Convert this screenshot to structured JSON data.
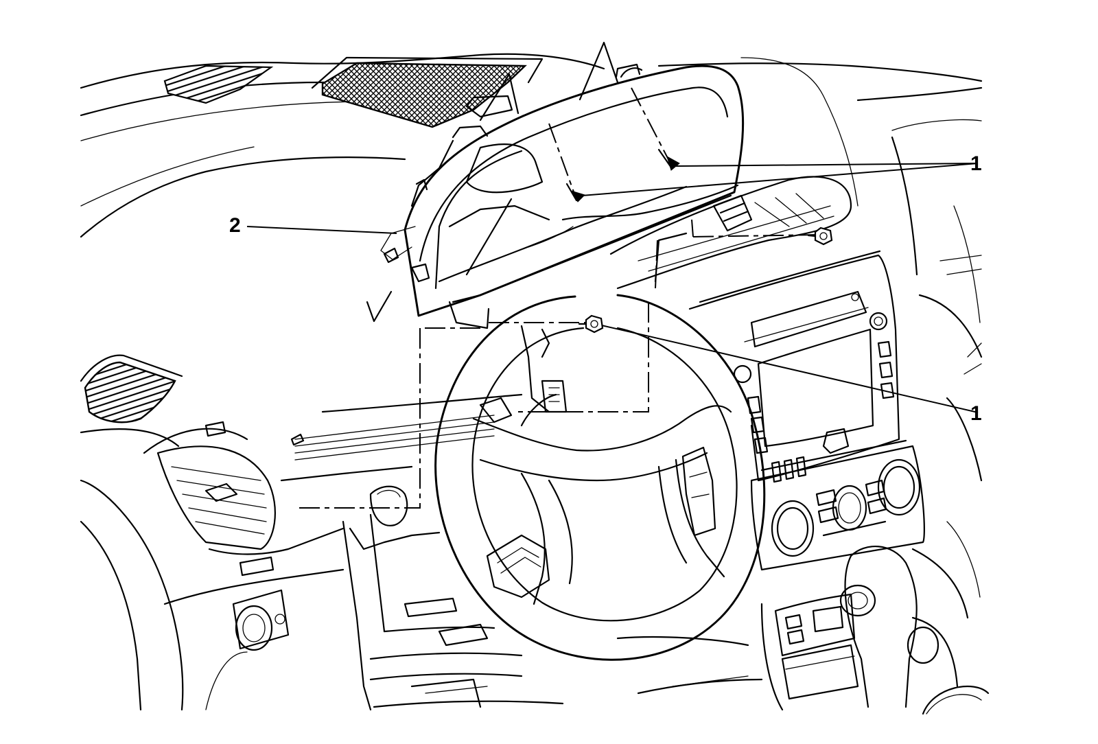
{
  "callouts": {
    "fastener_top": "1",
    "fastener_lower": "1",
    "cluster": "2"
  }
}
